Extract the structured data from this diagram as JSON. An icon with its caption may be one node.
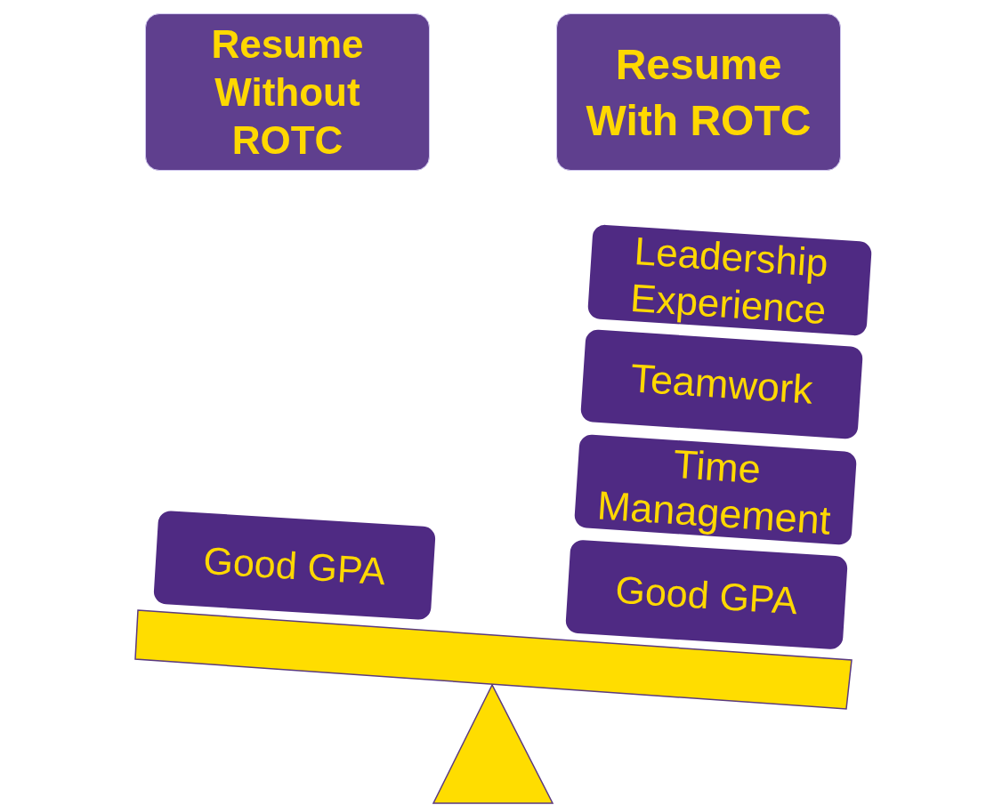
{
  "diagram": {
    "nodes": [
      {
        "text": [
          "Resume Without ROTC"
        ]
      },
      {
        "text": [
          "Resume With ROTC"
        ]
      },
      {
        "text": [
          "Good GPA"
        ]
      },
      {
        "text": [
          "Leadership Experience"
        ]
      },
      {
        "text": [
          "Teamwork"
        ]
      },
      {
        "text": [
          "Time Management"
        ]
      },
      {
        "text": [
          "Good GPA"
        ]
      }
    ]
  }
}
